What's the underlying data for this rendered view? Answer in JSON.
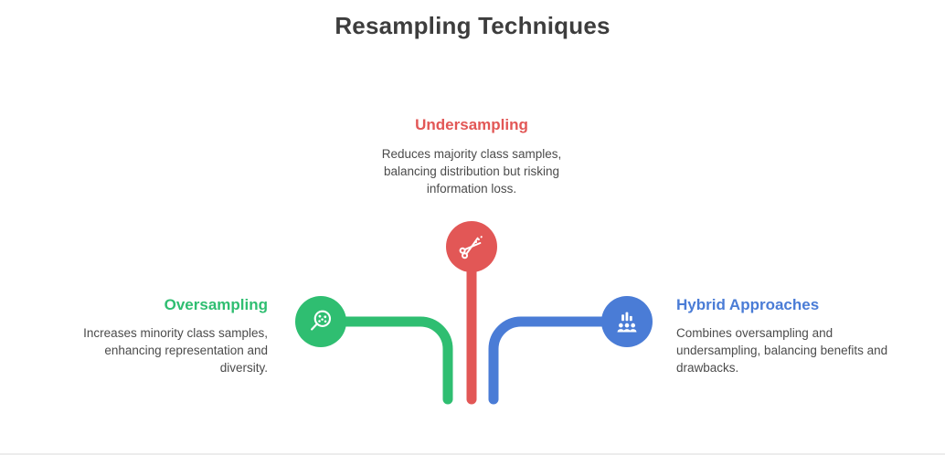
{
  "title": "Resampling Techniques",
  "colors": {
    "red": "#e25756",
    "green": "#2fbe71",
    "blue": "#4a7cd6",
    "heading_text": "#3d3d3d",
    "body_text": "#4b4b4b"
  },
  "branches": {
    "undersampling": {
      "label": "Undersampling",
      "description": "Reduces majority class samples, balancing distribution but risking information loss.",
      "icon": "scissors-icon",
      "color": "#e25756"
    },
    "oversampling": {
      "label": "Oversampling",
      "description": "Increases minority class samples, enhancing representation and diversity.",
      "icon": "magnifier-dots-icon",
      "color": "#2fbe71"
    },
    "hybrid": {
      "label": "Hybrid Approaches",
      "description": "Combines oversampling and undersampling, balancing benefits and drawbacks.",
      "icon": "bar-chart-people-icon",
      "color": "#4a7cd6"
    }
  }
}
